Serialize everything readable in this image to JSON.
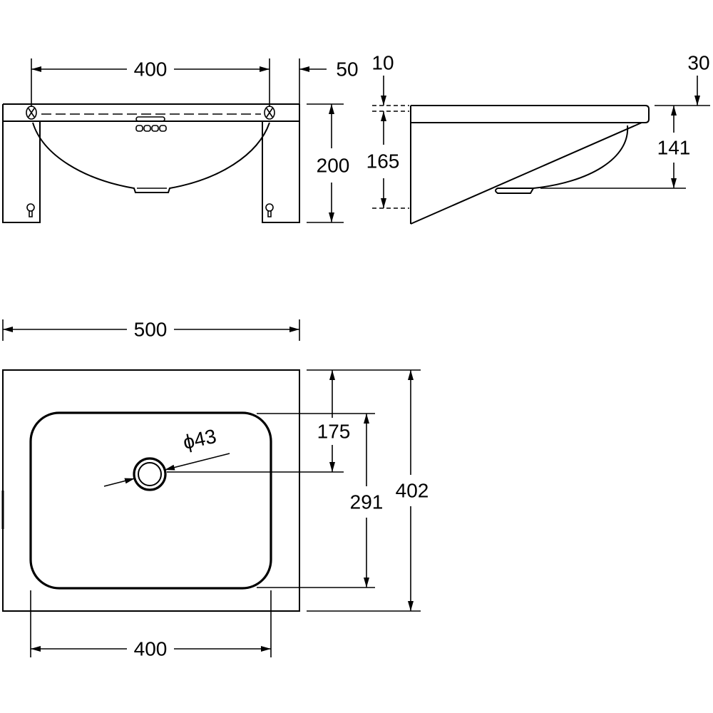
{
  "front_view": {
    "width_label": "400",
    "offset_label": "50",
    "height_label": "200"
  },
  "side_view": {
    "top_offset_label": "10",
    "bracket_height_label": "165",
    "slab_label": "30",
    "bowl_depth_label": "141"
  },
  "plan_view": {
    "overall_width_label": "500",
    "bowl_width_label": "400",
    "drain_diameter_label": "ϕ43",
    "drain_offset_label": "175",
    "bowl_length_label": "291",
    "overall_depth_label": "402"
  },
  "colors": {
    "line": "#000000",
    "background": "#ffffff"
  }
}
